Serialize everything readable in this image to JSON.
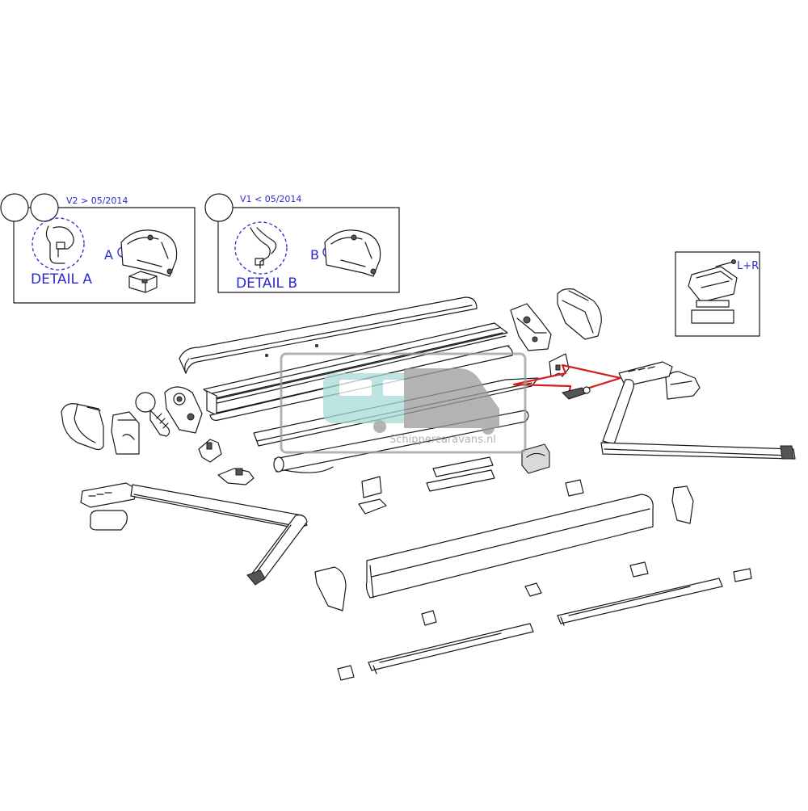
{
  "labels": {
    "v2": "V2 > 05/2014",
    "v1": "V1 < 05/2014",
    "detail_a": "DETAIL A",
    "detail_b": "DETAIL B",
    "a": "A",
    "b": "B",
    "lr": "L+R"
  },
  "watermark": {
    "text": "Schippercaravans.nl"
  },
  "colors": {
    "line": "#1a1a1a",
    "blue": "#2a2ad0",
    "arrow": "#d42020",
    "watermark_teal": "#a8dcd6",
    "watermark_grey": "#9a9a9a"
  }
}
